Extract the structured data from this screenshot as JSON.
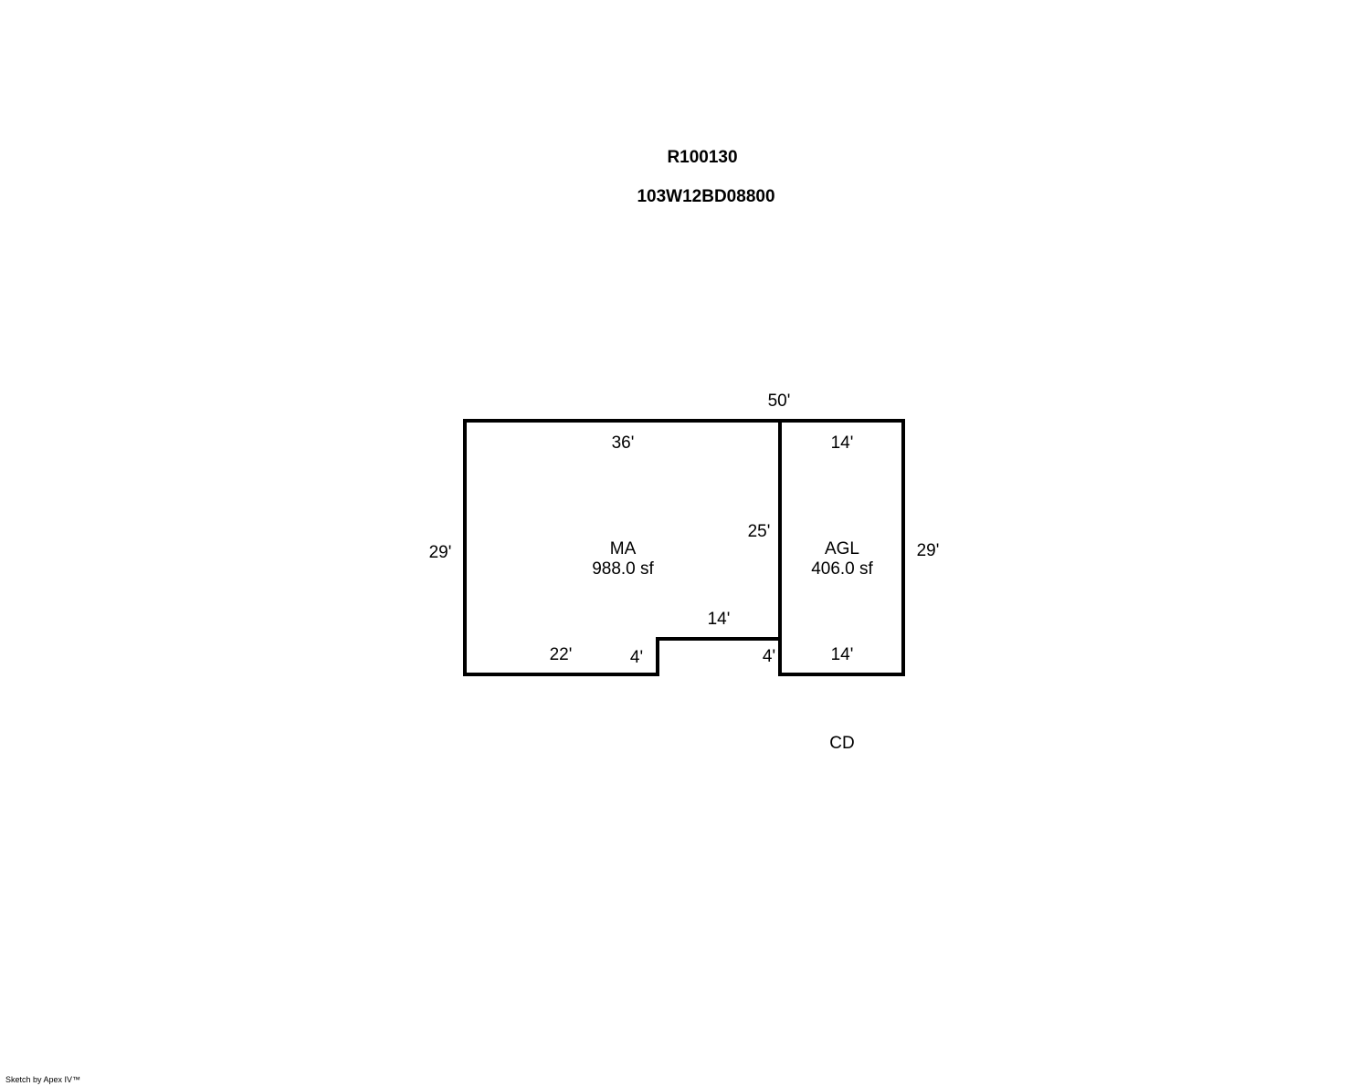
{
  "header": {
    "account_id": "R100130",
    "parcel_id": "103W12BD08800"
  },
  "sketch": {
    "line_color": "#000000",
    "dimensions": {
      "overall_width": "50'",
      "ma_top": "36'",
      "ma_left": "29'",
      "ma_right_upper": "25'",
      "ma_notch_top": "14'",
      "ma_bottom_left": "22'",
      "ma_notch_left": "4'",
      "ma_notch_right": "4'",
      "agl_top": "14'",
      "agl_right": "29'",
      "agl_bottom": "14'"
    },
    "areas": {
      "ma": {
        "code": "MA",
        "size": "988.0 sf"
      },
      "agl": {
        "code": "AGL",
        "size": "406.0 sf"
      },
      "cd": {
        "code": "CD"
      }
    }
  },
  "footer": {
    "credit": "Sketch by Apex IV™"
  }
}
